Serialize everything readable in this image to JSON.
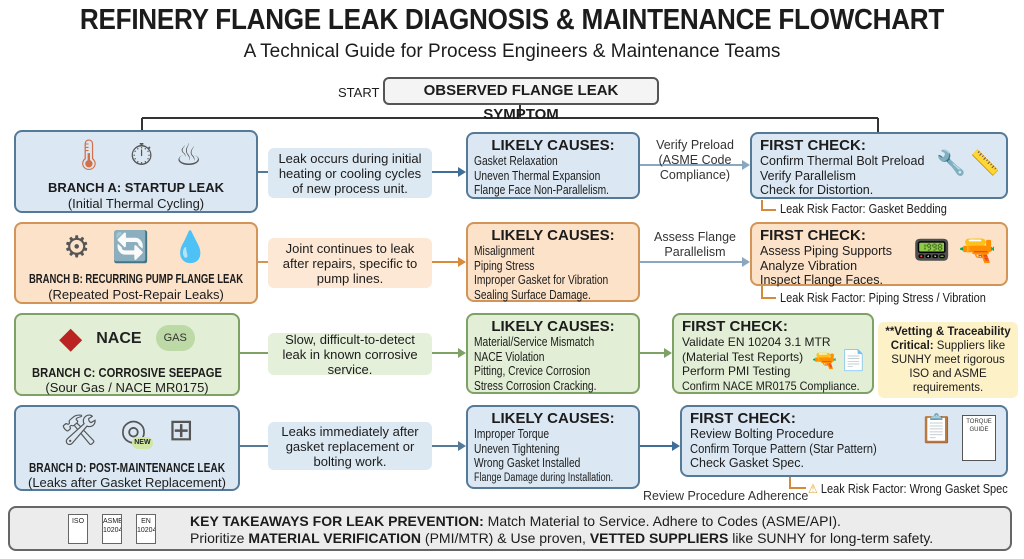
{
  "title": "REFINERY FLANGE LEAK DIAGNOSIS & MAINTENANCE FLOWCHART",
  "subtitle": "A Technical Guide for Process Engineers & Maintenance Teams",
  "start": {
    "label": "START",
    "box": "OBSERVED FLANGE LEAK SYMPTOM"
  },
  "colors": {
    "blue": "#dbe8f3",
    "orange": "#fbe2c9",
    "green": "#e2eed5",
    "note": "#fdf1c8"
  },
  "branches": [
    {
      "title": "BRANCH A: STARTUP LEAK",
      "subtitle": "(Initial Thermal Cycling)",
      "icons": [
        "thermometer-icon",
        "stopwatch-icon",
        "hot-pipe-flange-icon"
      ],
      "description": "Leak occurs during initial heating or cooling cycles of new process unit.",
      "causes_title": "LIKELY CAUSES:",
      "causes": [
        "Gasket Relaxation",
        "Uneven Thermal Expansion",
        "Flange Face Non-Parallelism."
      ],
      "action": "Verify Preload (ASME Code Compliance)",
      "check_title": "FIRST CHECK:",
      "checks": [
        "Confirm Thermal Bolt Preload",
        "Verify Parallelism",
        "Check for Distortion."
      ],
      "check_icons": [
        "torque-wrench-icon",
        "caliper-icon"
      ],
      "risk": "Leak Risk Factor: Gasket Bedding"
    },
    {
      "title": "BRANCH B: RECURRING PUMP FLANGE LEAK",
      "subtitle": "(Repeated Post-Repair Leaks)",
      "icons": [
        "pump-icon",
        "recycle-arrows-icon",
        "leaking-flange-icon"
      ],
      "description": "Joint continues to leak after repairs, specific to pump lines.",
      "causes_title": "LIKELY CAUSES:",
      "causes": [
        "Misalignment",
        "Piping Stress",
        "Improper Gasket for Vibration",
        "Sealing Surface Damage."
      ],
      "action": "Assess Flange Parallelism",
      "check_title": "FIRST CHECK:",
      "checks": [
        "Assess Piping Supports",
        "Analyze Vibration",
        "Inspect Flange Faces."
      ],
      "check_icons": [
        "vibration-meter-icon",
        "laser-gun-icon"
      ],
      "risk": "Leak Risk Factor: Piping Stress / Vibration"
    },
    {
      "title": "BRANCH C: CORROSIVE SEEPAGE",
      "subtitle": "(Sour Gas / NACE MR0175)",
      "icons": [
        "corrosive-hazard-icon",
        "nace-logo",
        "gas-cloud-icon"
      ],
      "nace_text": "NACE",
      "gas_text": "GAS",
      "description": "Slow, difficult-to-detect leak in known corrosive service.",
      "causes_title": "LIKELY CAUSES:",
      "causes": [
        "Material/Service Mismatch",
        "NACE Violation",
        "Pitting, Crevice Corrosion",
        "Stress Corrosion Cracking."
      ],
      "check_title": "FIRST CHECK:",
      "checks": [
        "Validate EN 10204 3.1 MTR",
        "(Material Test Reports)",
        "Perform PMI Testing",
        "Confirm NACE MR0175 Compliance."
      ],
      "check_icons": [
        "pmi-analyzer-icon",
        "certificate-icon"
      ],
      "note_bold": "**Vetting & Traceability Critical:",
      "note_text": " Suppliers like SUNHY meet rigorous ISO and ASME requirements."
    },
    {
      "title": "BRANCH D: POST-MAINTENANCE LEAK",
      "subtitle": "(Leaks after Gasket Replacement)",
      "icons": [
        "wrench-icon",
        "new-gasket-icon",
        "flange-icon"
      ],
      "new_badge": "NEW",
      "description": "Leaks immediately after gasket replacement or bolting work.",
      "causes_title": "LIKELY CAUSES:",
      "causes": [
        "Improper Torque",
        "Uneven Tightening",
        "Wrong Gasket Installed",
        "Flange Damage during Installation."
      ],
      "action": "Review Procedure Adherence",
      "check_title": "FIRST CHECK:",
      "checks": [
        "Review Bolting Procedure",
        "Confirm Torque Pattern (Star Pattern)",
        "Check Gasket Spec."
      ],
      "check_icons": [
        "checklist-clipboard-icon",
        "torque-guide-icon"
      ],
      "torque_guide": "TORQUE GUIDE",
      "risk": "Leak Risk Factor: Wrong Gasket Spec"
    }
  ],
  "footer": {
    "docs": [
      "ISO",
      "ASME 10204",
      "EN 10204"
    ],
    "line1_bold": "KEY TAKEAWAYS FOR LEAK PREVENTION:",
    "line1": " Match Material to Service. Adhere to Codes (ASME/API).",
    "line2_a": "Prioritize ",
    "line2_b": "MATERIAL VERIFICATION",
    "line2_c": " (PMI/MTR) & Use proven, ",
    "line2_d": "VETTED SUPPLIERS",
    "line2_e": " like SUNHY for long-term safety."
  }
}
